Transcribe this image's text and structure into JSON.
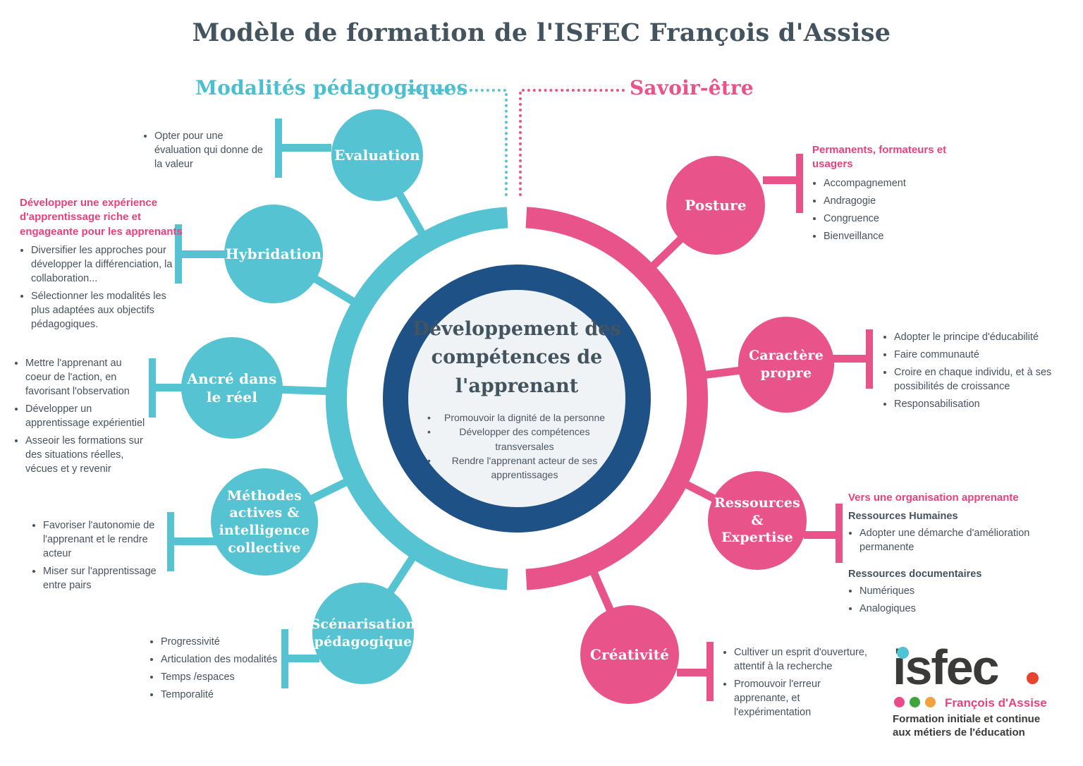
{
  "title": "Modèle de formation de l'ISFEC François d'Assise",
  "branches": {
    "left_label": "Modalités pédagogiques",
    "right_label": "Savoir-être"
  },
  "center": {
    "title": "Développement des compétences de l'apprenant",
    "bullets": [
      "Promouvoir la dignité de la personne",
      "Développer des compétences transversales",
      "Rendre l'apprenant acteur de ses apprentissages"
    ]
  },
  "left_nodes": [
    {
      "label": "Evaluation",
      "bullets": [
        "Opter pour une évaluation qui donne de la valeur"
      ]
    },
    {
      "label": "Hybridation",
      "heading": "Développer une expérience d'apprentissage riche et engageante pour les apprenants",
      "bullets": [
        "Diversifier les approches pour développer la différenciation, la collaboration...",
        "Sélectionner les modalités les plus adaptées aux objectifs pédagogiques."
      ]
    },
    {
      "label": "Ancré  dans\nle réel",
      "bullets": [
        "Mettre l'apprenant au coeur de l'action, en favorisant l'observation",
        "Développer un apprentissage expérientiel",
        "Asseoir les formations sur des situations réelles, vécues et y revenir"
      ]
    },
    {
      "label": "Méthodes\nactives &\nintelligence\ncollective",
      "bullets": [
        "Favoriser l'autonomie de l'apprenant et le rendre acteur",
        "Miser sur l'apprentissage entre pairs"
      ]
    },
    {
      "label": "Scénarisation\npédagogique",
      "bullets": [
        "Progressivité",
        "Articulation des modalités",
        "Temps /espaces",
        "Temporalité"
      ]
    }
  ],
  "right_nodes": [
    {
      "label": "Posture",
      "heading": "Permanents, formateurs et usagers",
      "bullets": [
        "Accompagnement",
        "Andragogie",
        "Congruence",
        "Bienveillance"
      ]
    },
    {
      "label": "Caractère\npropre",
      "bullets": [
        "Adopter le principe d'éducabilité",
        "Faire communauté",
        "Croire en chaque individu, et à ses possibilités de croissance",
        "Responsabilisation"
      ]
    },
    {
      "label": "Ressources\n&\nExpertise",
      "heading": "Vers une organisation apprenante",
      "groups": [
        {
          "title": "Ressources Humaines",
          "bullets": [
            "Adopter une démarche d'amélioration permanente"
          ]
        },
        {
          "title": "Ressources documentaires",
          "bullets": [
            "Numériques",
            "Analogiques"
          ]
        }
      ]
    },
    {
      "label": "Créativité",
      "bullets": [
        "Cultiver un esprit d'ouverture, attentif à la recherche",
        "Promouvoir l'erreur apprenante, et l'expérimentation"
      ]
    }
  ],
  "logo": {
    "wordmark": "isfec",
    "subtitle": "François d'Assise",
    "tagline": "Formation initiale et continue\naux métiers de l'éducation"
  },
  "colors": {
    "teal": "#56C3D2",
    "pink": "#E8538A",
    "navy": "#1E5185",
    "center_fill": "#F0F3F6",
    "title_text": "#44545F",
    "body_text": "#46535F",
    "logo_dark": "#3A3A39",
    "logo_teal_dot": "#4EC3D4",
    "logo_red_dot": "#E8432E",
    "logo_pink_dot": "#E84C8B",
    "logo_green_dot": "#3FA43D",
    "logo_orange_dot": "#F0A23D"
  }
}
